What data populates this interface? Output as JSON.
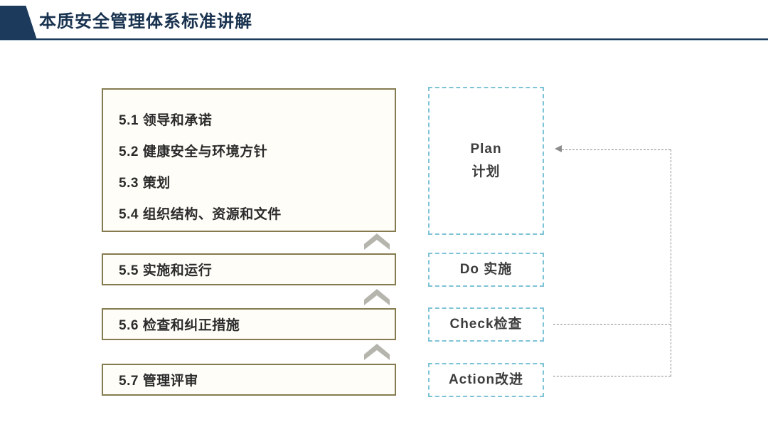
{
  "header": {
    "title": "本质安全管理体系标准讲解",
    "accent_color": "#1b3a5c"
  },
  "left_panel": {
    "border_color": "#857b4f",
    "main_box_items": [
      "5.1  领导和承诺",
      "5.2  健康安全与环境方针",
      "5.3  策划",
      "5.4  组织结构、资源和文件"
    ],
    "rows": [
      {
        "label": "5.5  实施和运行"
      },
      {
        "label": "5.6  检查和纠正措施"
      },
      {
        "label": "5.7  管理评审"
      }
    ]
  },
  "pdca_panel": {
    "border_color": "#7fc4d6",
    "boxes": [
      {
        "en": "Plan",
        "zh": "计划"
      },
      {
        "en": "Do  实施",
        "zh": ""
      },
      {
        "en": "Check检查",
        "zh": ""
      },
      {
        "en": "Action改进",
        "zh": ""
      }
    ]
  },
  "connectors": {
    "color": "#8c8c8c",
    "style": "dashed",
    "description_from": [
      "Check检查",
      "Action改进"
    ],
    "description_to": "Plan 计划"
  },
  "chevrons": {
    "color": "#b5b5ae",
    "count": 3,
    "direction": "up"
  }
}
